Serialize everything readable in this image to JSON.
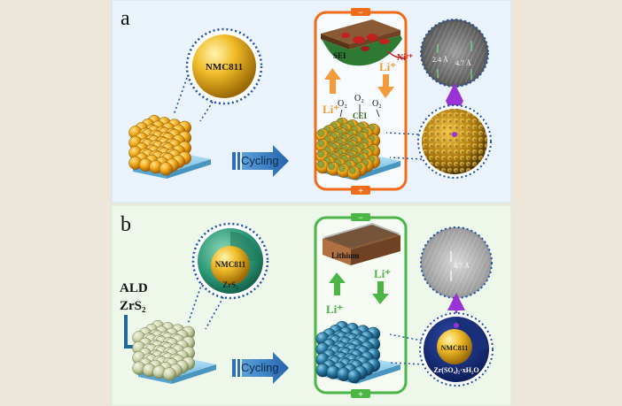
{
  "colors": {
    "page_bg": "#ece7d8",
    "panel_a_bg": "#eaf3fb",
    "panel_b_bg": "#edf7ea",
    "panel_a_border": "#ef6c1a",
    "panel_b_border": "#4bb545",
    "arrow": "#2f6fb7",
    "dotted": "#1d4fa8",
    "nmc_gold": "#e8ac14",
    "coated_green": "#c9d4a6",
    "cycled_blue": "#2c6f95",
    "sei_green": "#2f7a33"
  },
  "panel_a": {
    "letter": "a",
    "nmc_label": "NMC811",
    "cycling_label": "Cycling",
    "battery_minus": "−",
    "battery_plus": "+",
    "sei_label": "SEI",
    "ni_label": "Ni²⁺",
    "li_up": "Li⁺",
    "li_down": "Li⁺",
    "o2_labels": [
      "O₂",
      "O₂",
      "O₂"
    ],
    "cei_label": "CEI",
    "lattice_a": "2.4 Å",
    "lattice_b": "4.7 Å"
  },
  "panel_b": {
    "letter": "b",
    "ald_line1": "ALD",
    "ald_line2": "ZrS₂",
    "core_label": "NMC811",
    "shell_label": "ZrS₂",
    "cycling_label": "Cycling",
    "battery_minus": "−",
    "battery_plus": "+",
    "lithium_label": "Lithium",
    "li_up": "Li⁺",
    "li_down": "Li⁺",
    "lattice": "4.7 Å",
    "cycled_core": "NMC811",
    "cycled_shell": "Zr(SO₄)₂·xH₂O"
  }
}
